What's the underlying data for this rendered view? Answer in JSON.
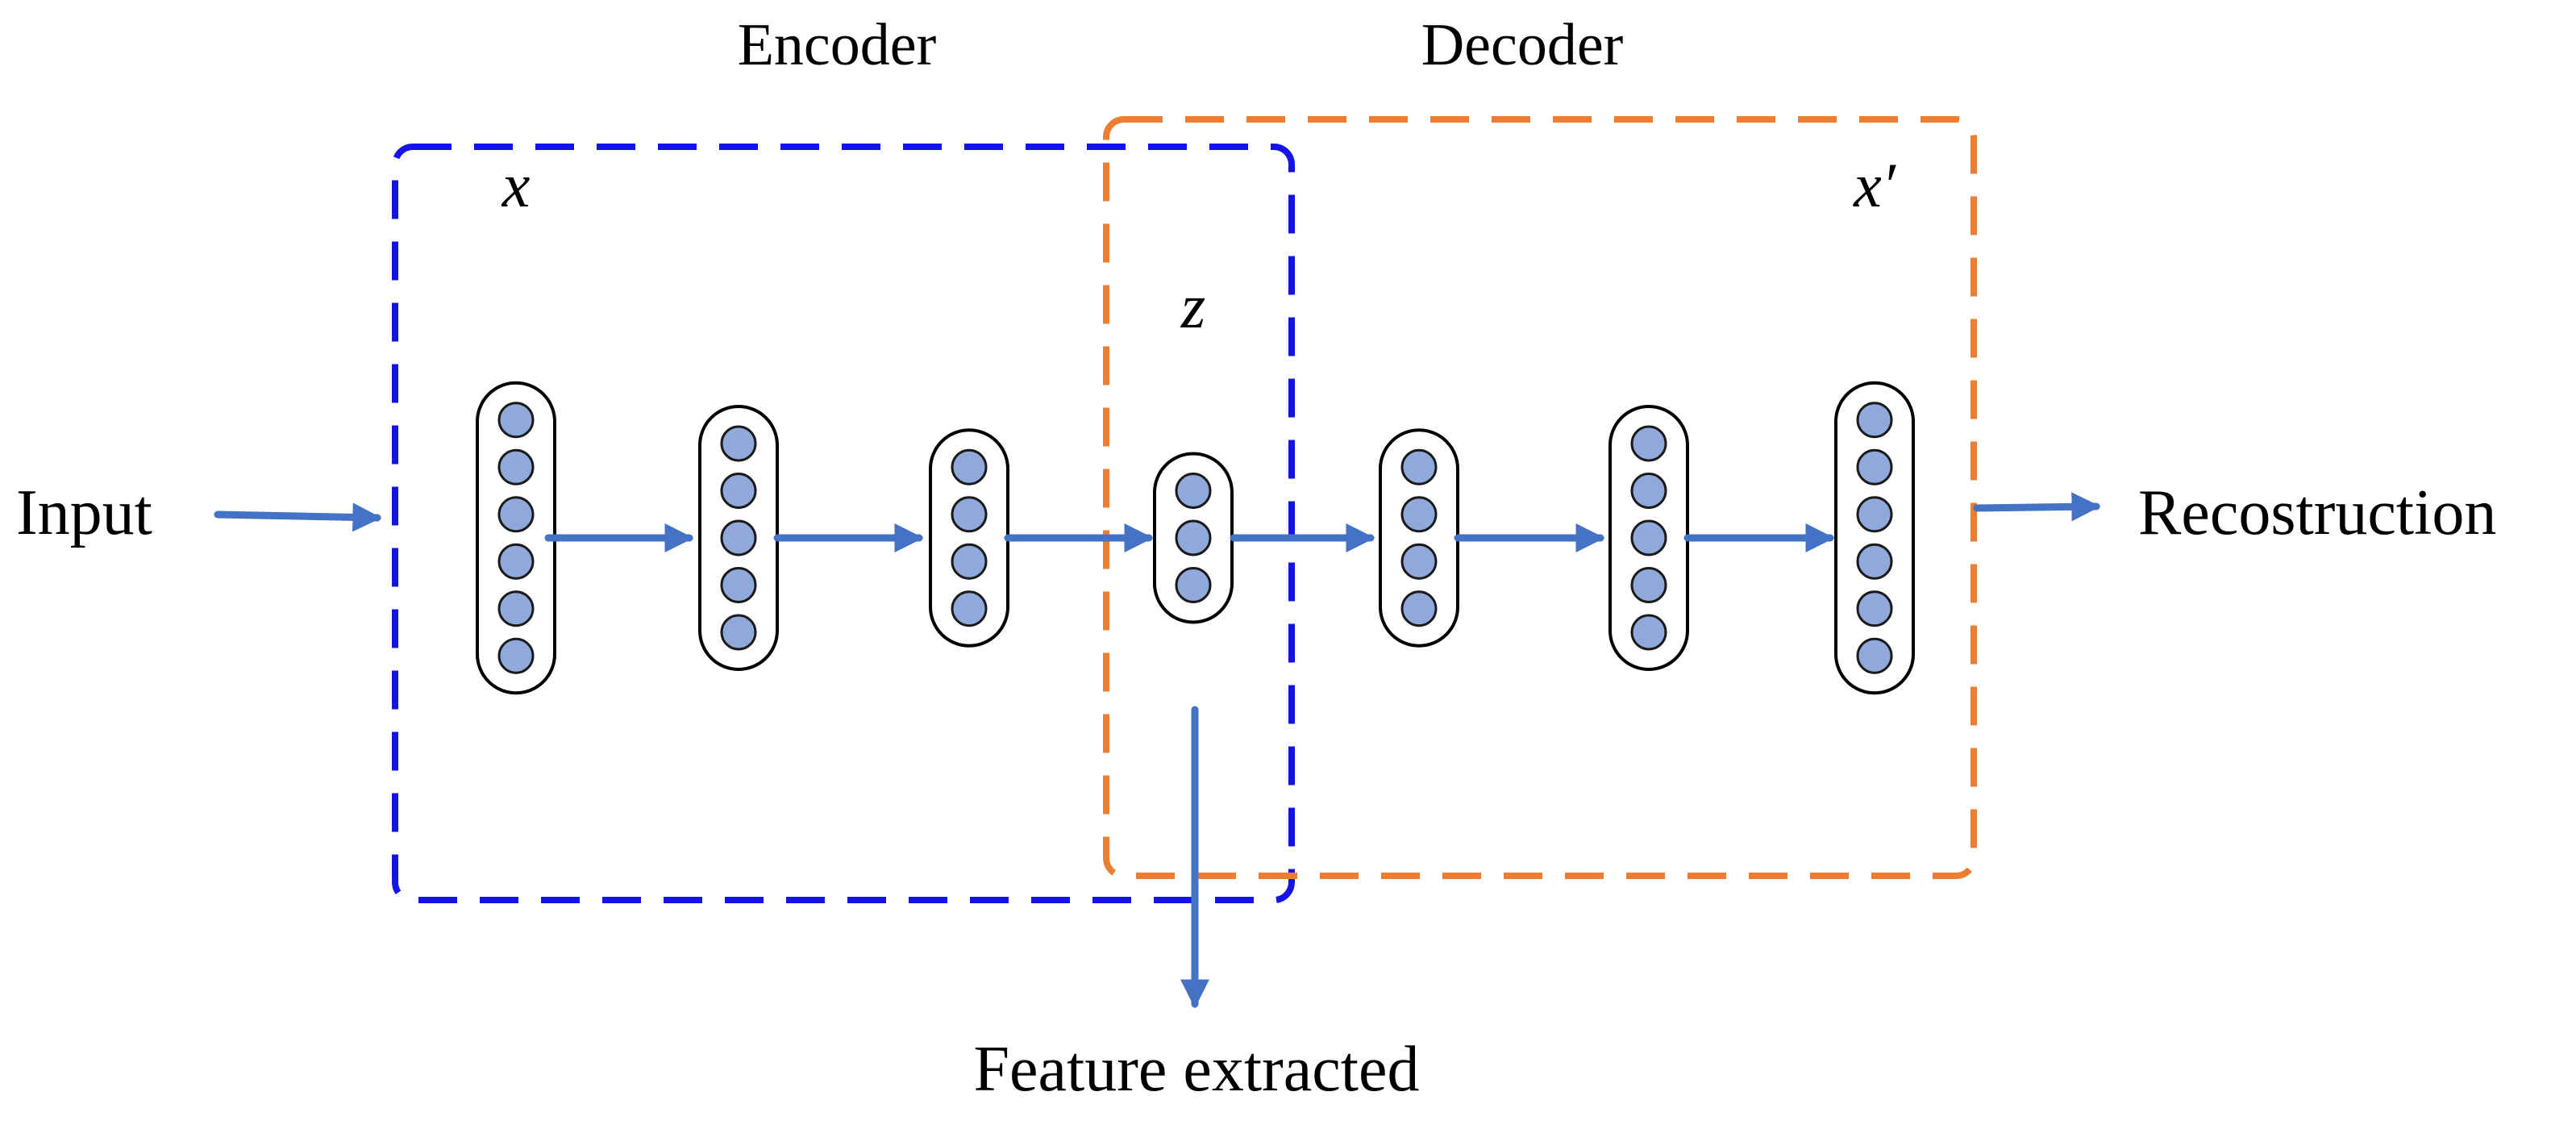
{
  "labels": {
    "encoder": "Encoder",
    "decoder": "Decoder",
    "input": "Input",
    "output": "Recostruction",
    "feature": "Feature extracted",
    "x": "x",
    "z": "z",
    "x_prime": "x′"
  },
  "layers": [
    {
      "nodes": 6
    },
    {
      "nodes": 5
    },
    {
      "nodes": 4
    },
    {
      "nodes": 3
    },
    {
      "nodes": 4
    },
    {
      "nodes": 5
    },
    {
      "nodes": 6
    }
  ],
  "colors": {
    "node_fill": "#8FA9DC",
    "node_stroke": "#1a1a1a",
    "arrow": "#4472C4",
    "encoder_border": "#1414E6",
    "decoder_border": "#ED7D31"
  }
}
